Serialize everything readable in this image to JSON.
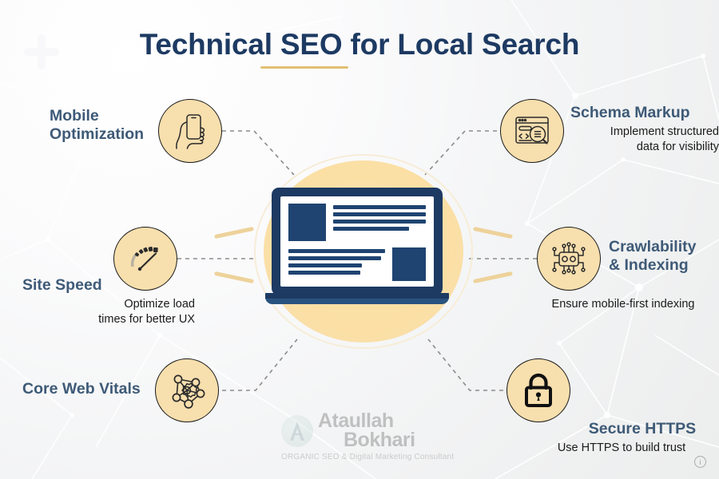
{
  "header": {
    "title": "Technical SEO for Local Search",
    "title_underline_color": "#e3bf72",
    "title_color": "#1d3a62"
  },
  "center": {
    "icon": "laptop-webpage-icon",
    "glow_color": "#fbdfa4",
    "device_color": "#1d3a62"
  },
  "nodes": [
    {
      "id": "mobile-optimization",
      "label": "Mobile\nOptimization",
      "label_line1": "Mobile",
      "label_line2": "Optimization",
      "subtitle": "",
      "icon": "hand-holding-phone-icon",
      "side": "left"
    },
    {
      "id": "schema-markup",
      "label": "Schema Markup",
      "label_line1": "Schema Markup",
      "label_line2": "",
      "subtitle": "Implement structured data for visibility",
      "subtitle_line1": "Implement structured",
      "subtitle_line2": "data for visibility",
      "icon": "browser-code-magnifier-icon",
      "side": "right"
    },
    {
      "id": "site-speed",
      "label": "Site Speed",
      "label_line1": "Site Speed",
      "label_line2": "",
      "subtitle": "Optimize load times for better UX",
      "subtitle_line1": "Optimize load",
      "subtitle_line2": "times for better UX",
      "icon": "speedometer-gauge-icon",
      "side": "left"
    },
    {
      "id": "crawlability-indexing",
      "label": "Crawlability & Indexing",
      "label_line1": "Crawlability",
      "label_line2": "& Indexing",
      "subtitle": "Ensure mobile-first indexing",
      "subtitle_line1": "Ensure mobile-first indexing",
      "subtitle_line2": "",
      "icon": "robot-circuit-icon",
      "side": "right"
    },
    {
      "id": "core-web-vitals",
      "label": "Core Web Vitals",
      "label_line1": "Core Web Vitals",
      "label_line2": "",
      "subtitle": "",
      "icon": "gear-network-nodes-icon",
      "side": "left"
    },
    {
      "id": "secure-https",
      "label": "Secure HTTPS",
      "label_line1": "Secure HTTPS",
      "label_line2": "",
      "subtitle": "Use HTTPS to build trust",
      "subtitle_line1": "Use HTTPS to build trust",
      "subtitle_line2": "",
      "icon": "padlock-icon",
      "side": "right"
    }
  ],
  "watermark": {
    "name_line1": "Ataullah",
    "name_line2": "Bokhari",
    "tagline": "ORGANIC SEO & Digital Marketing Consultant",
    "logo": "ab-monogram-logo"
  },
  "corner": {
    "badge": "i"
  },
  "palette": {
    "bubble_fill": "#f7dfae",
    "label_blue": "#3e5a77",
    "navy": "#1d3a62",
    "gold": "#e3bf72"
  }
}
